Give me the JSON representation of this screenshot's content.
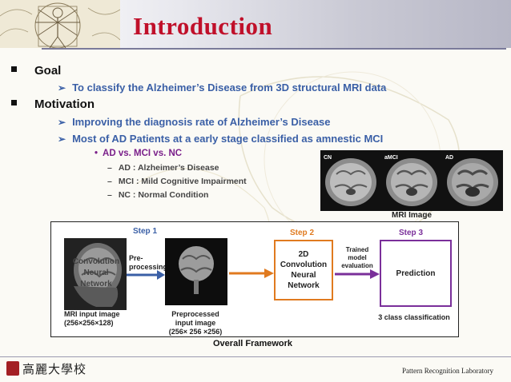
{
  "slide": {
    "title": "Introduction",
    "goal_heading": "Goal",
    "goal_text": "To classify the Alzheimer’s Disease from 3D structural MRI data",
    "motivation_heading": "Motivation",
    "motivation_items": [
      "Improving the diagnosis rate of Alzheimer’s Disease",
      "Most of AD Patients at a early stage classified as amnestic MCI"
    ],
    "sub_bullet": "AD vs. MCI vs. NC",
    "definitions": [
      "AD : Alzheimer’s Disease",
      "MCI : Mild Cognitive Impairment",
      "NC : Normal Condition"
    ],
    "mri_panel": {
      "labels": [
        "CN",
        "aMCI",
        "AD"
      ],
      "caption": "MRI Image"
    }
  },
  "framework": {
    "caption": "Overall  Framework",
    "steps": [
      "Step 1",
      "Step 2",
      "Step 3"
    ],
    "preprocessing_label": "Pre-\nprocessing",
    "input_caption": "MRI input image\n(256×256×128)",
    "preprocessed_caption": "Preprocessed\ninput image\n(256× 256 ×256)",
    "cnn_box": "2D\nConvolution\nNeural\nNetwork",
    "trained_label": "Trained\nmodel\nevaluation",
    "prediction_box": "Prediction",
    "classification_caption": "3 class classification",
    "overlay_text": "Convolution\nNeural\nNetwork"
  },
  "footer": {
    "school": "高麗大學校",
    "lab": "Pattern Recognition Laboratory"
  },
  "colors": {
    "title": "#c0102a",
    "step1_arrow": "#3a5fa6",
    "step2": "#e07a1f",
    "step3": "#7a2f9a"
  }
}
